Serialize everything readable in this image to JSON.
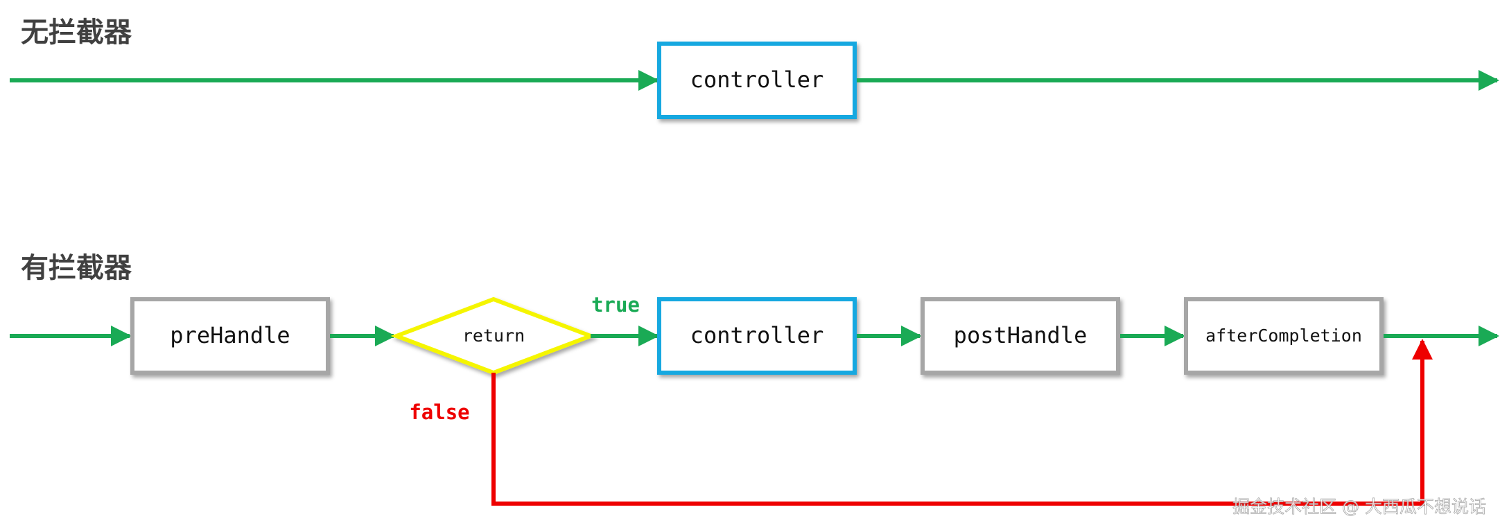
{
  "sections": {
    "without": {
      "title": "无拦截器"
    },
    "with": {
      "title": "有拦截器"
    }
  },
  "nodes": {
    "controller_top": "controller",
    "pre_handle": "preHandle",
    "return_decision": "return",
    "controller_bottom": "controller",
    "post_handle": "postHandle",
    "after_completion": "afterCompletion"
  },
  "edge_labels": {
    "true_label": "true",
    "false_label": "false"
  },
  "watermark": "掘金技术社区 @ 大西瓜不想说话",
  "colors": {
    "flow_line": "#1aaa55",
    "controller_border": "#15a8e0",
    "interceptor_border": "#a6a6a6",
    "decision_border": "#f5f500",
    "true_text": "#1aaa55",
    "false_line": "#ee0000",
    "false_text": "#ee0000",
    "title_text": "#404040"
  }
}
